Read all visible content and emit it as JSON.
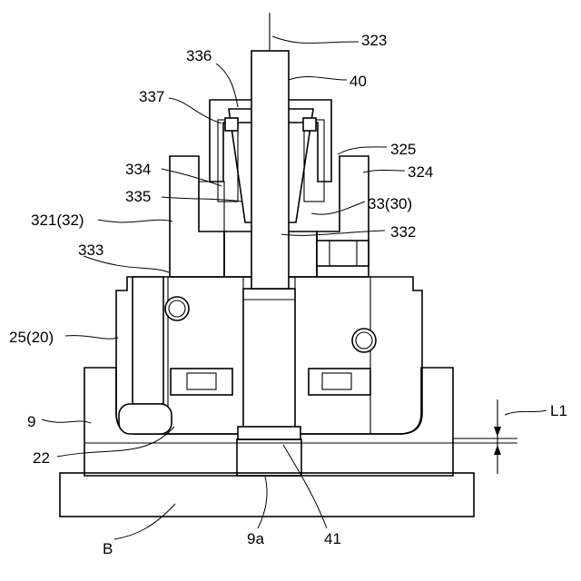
{
  "figure": {
    "labels": {
      "l323": "323",
      "l336": "336",
      "l40": "40",
      "l337": "337",
      "l325": "325",
      "l334": "334",
      "l324": "324",
      "l335": "335",
      "l33_30": "33(30)",
      "l321_32": "321(32)",
      "l332": "332",
      "l333": "333",
      "l25_20": "25(20)",
      "l9": "9",
      "l22": "22",
      "l9a": "9a",
      "l41": "41",
      "lB": "B",
      "lL1": "L1"
    }
  }
}
